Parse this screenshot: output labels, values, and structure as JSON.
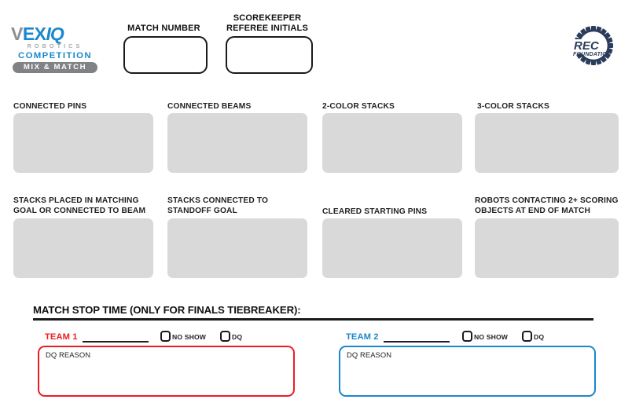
{
  "header": {
    "logo": {
      "vex_v": "V",
      "vex_ex": "EX",
      "vex_iq": "IQ",
      "robotics": "ROBOTICS",
      "competition": "COMPETITION",
      "mix_and_match": "MIX & MATCH"
    },
    "match_number_label": "MATCH NUMBER",
    "match_number_value": "",
    "scorekeeper_label_line1": "SCOREKEEPER",
    "scorekeeper_label_line2": "REFEREE INITIALS",
    "scorekeeper_value": "",
    "rec_logo": {
      "rec": "REC",
      "foundation": "FOUNDATION"
    }
  },
  "scoring_fields": [
    {
      "label": "CONNECTED PINS",
      "value": ""
    },
    {
      "label": "CONNECTED BEAMS",
      "value": ""
    },
    {
      "label": "2-COLOR STACKS",
      "value": ""
    },
    {
      "label": "3-COLOR STACKS",
      "value": ""
    },
    {
      "label_line1": "STACKS PLACED IN MATCHING",
      "label_line2": "GOAL OR CONNECTED TO BEAM",
      "value": ""
    },
    {
      "label_line1": "STACKS CONNECTED TO",
      "label_line2": "STANDOFF GOAL",
      "value": ""
    },
    {
      "label_line1": "CLEARED STARTING PINS",
      "label_line2": "",
      "value": ""
    },
    {
      "label_line1": "ROBOTS CONTACTING 2+ SCORING",
      "label_line2": "OBJECTS AT END OF MATCH",
      "value": ""
    }
  ],
  "bottom": {
    "stop_time_label": "MATCH STOP TIME (ONLY FOR FINALS TIEBREAKER):",
    "team1": {
      "name": "TEAM 1",
      "number_value": "",
      "no_show_label": "NO SHOW",
      "dq_label": "DQ",
      "dq_reason_label": "DQ REASON",
      "dq_reason_value": ""
    },
    "team2": {
      "name": "TEAM 2",
      "number_value": "",
      "no_show_label": "NO SHOW",
      "dq_label": "DQ",
      "dq_reason_label": "DQ REASON",
      "dq_reason_value": ""
    }
  },
  "colors": {
    "team1": "#ED1C24",
    "team2": "#1B87CC",
    "field_fill": "#D9D9D9",
    "vex_blue": "#1B87CC",
    "vex_gray": "#8D8F92",
    "rec_navy": "#2B3D5B",
    "ink": "#231F20"
  }
}
